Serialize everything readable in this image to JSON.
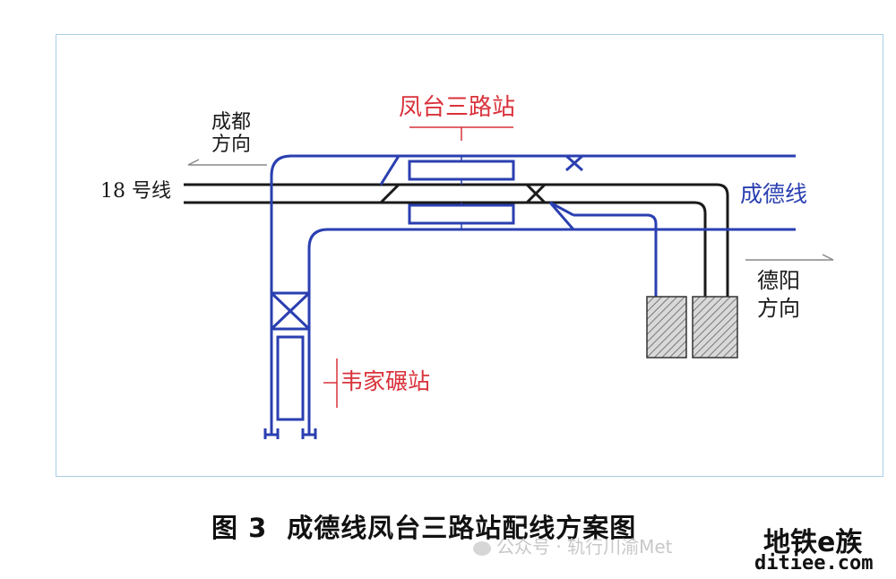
{
  "labels": {
    "chengdu_dir": "成都\n方向",
    "line18": "18 号线",
    "station_fengtai": "凤台三路站",
    "line_chengde": "成德线",
    "deyang_dir": "德阳\n方向",
    "station_weijia": "韦家碾站"
  },
  "caption": {
    "fig": "图 3",
    "title": "成德线凤台三路站配线方案图"
  },
  "watermarks": {
    "wechat": "公众号 · 轨行川渝Met",
    "site_cn": "地铁e族",
    "site_url": "ditiee.com"
  },
  "colors": {
    "line18": "#1a1a1a",
    "chengde": "#2a3fb0",
    "station_label": "#d9323b",
    "frame": "#a9cfe6"
  }
}
